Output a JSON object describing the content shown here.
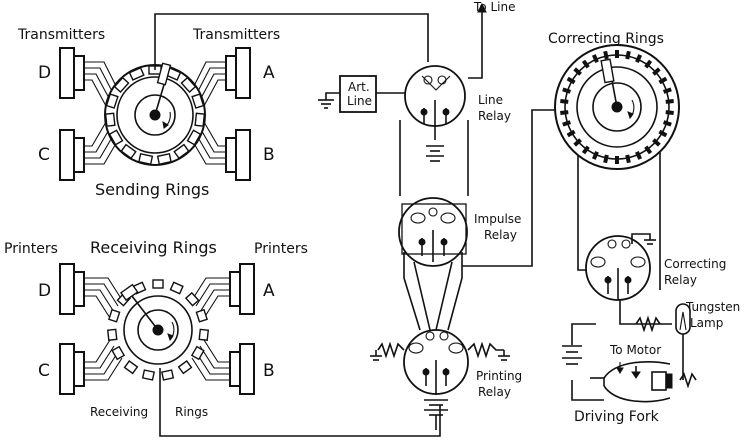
{
  "labels": {
    "transmitters_left": "Transmitters",
    "transmitters_right": "Transmitters",
    "to_line": "To Line",
    "correcting_rings": "Correcting  Rings",
    "art_line_1": "Art.",
    "art_line_2": "Line",
    "line_relay_1": "Line",
    "line_relay_2": "Relay",
    "sending_rings": "Sending Rings",
    "impulse_relay_1": "Impulse",
    "impulse_relay_2": "Relay",
    "printers_left": "Printers",
    "receiving_rings_top": "Receiving Rings",
    "printers_right": "Printers",
    "correcting_relay_1": "Correcting",
    "correcting_relay_2": "Relay",
    "tungsten_lamp_1": "Tungsten",
    "tungsten_lamp_2": "Lamp",
    "to_motor": "To Motor",
    "printing_relay_1": "Printing",
    "printing_relay_2": "Relay",
    "receiving_word": "Receiving",
    "rings_word": "Rings",
    "driving_fork": "Driving  Fork",
    "letter_d_top": "D",
    "letter_a_top": "A",
    "letter_c_top": "C",
    "letter_b_top": "B",
    "letter_d_bottom": "D",
    "letter_a_bottom": "A",
    "letter_c_bottom": "C",
    "letter_b_bottom": "B"
  }
}
